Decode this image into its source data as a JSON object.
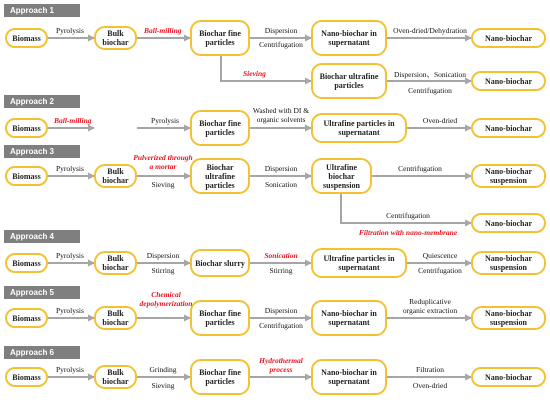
{
  "colors": {
    "box_border": "#f2c232",
    "arrow": "#a6a6a6",
    "tag_bg": "#7f7f7f",
    "highlight": "#e8141f"
  },
  "approaches": [
    {
      "tag": "Approach 1",
      "nodes": [
        "Biomass",
        "Bulk biochar",
        "Biochar fine particles",
        "Nano-biochar in supernatant",
        "Nano-biochar",
        "Biochar ultrafine particles",
        "Nano-biochar"
      ],
      "steps": [
        "Pyrolysis",
        "Ball-milling",
        "Dispersion",
        "Centrifugation",
        "Oven-dried/Dehydration",
        "Sieving",
        "Dispersion、Sonication",
        "Centrifugation"
      ]
    },
    {
      "tag": "Approach 2",
      "nodes": [
        "Biomass",
        "Biochar fine particles",
        "Ultrafine particles in supernatant",
        "Nano-biochar"
      ],
      "steps": [
        "Ball-milling",
        "Pyrolysis",
        "Washed with DI &",
        "organic solvents",
        "Oven-dried"
      ]
    },
    {
      "tag": "Approach 3",
      "nodes": [
        "Biomass",
        "Bulk biochar",
        "Biochar ultrafine particles",
        "Ultrafine biochar suspension",
        "Nano-biochar suspension",
        "Nano-biochar"
      ],
      "steps": [
        "Pyrolysis",
        "Pulverized through",
        "a mortar",
        "Sieving",
        "Dispersion",
        "Sonication",
        "Centrifugation",
        "Centrifugation",
        "Filtration with nano-membrane"
      ]
    },
    {
      "tag": "Approach 4",
      "nodes": [
        "Biomass",
        "Bulk biochar",
        "Biochar slurry",
        "Ultrafine particles in supernatant",
        "Nano-biochar suspension"
      ],
      "steps": [
        "Pyrolysis",
        "Dispersion",
        "Stirring",
        "Sonication",
        "Stirring",
        "Quiescence",
        "Centrifugation"
      ]
    },
    {
      "tag": "Approach 5",
      "nodes": [
        "Biomass",
        "Bulk biochar",
        "Biochar fine particles",
        "Nano-biochar in supernatant",
        "Nano-biochar suspension"
      ],
      "steps": [
        "Pyrolysis",
        "Chemical",
        "depolymerization",
        "Dispersion",
        "Centrifugation",
        "Reduplicative",
        "organic extraction"
      ]
    },
    {
      "tag": "Approach 6",
      "nodes": [
        "Biomass",
        "Bulk biochar",
        "Biochar fine particles",
        "Nano-biochar in supernatant",
        "Nano-biochar"
      ],
      "steps": [
        "Pyrolysis",
        "Grinding",
        "Sieving",
        "Hydrothermal",
        "process",
        "Filtration",
        "Oven-dried"
      ]
    }
  ]
}
